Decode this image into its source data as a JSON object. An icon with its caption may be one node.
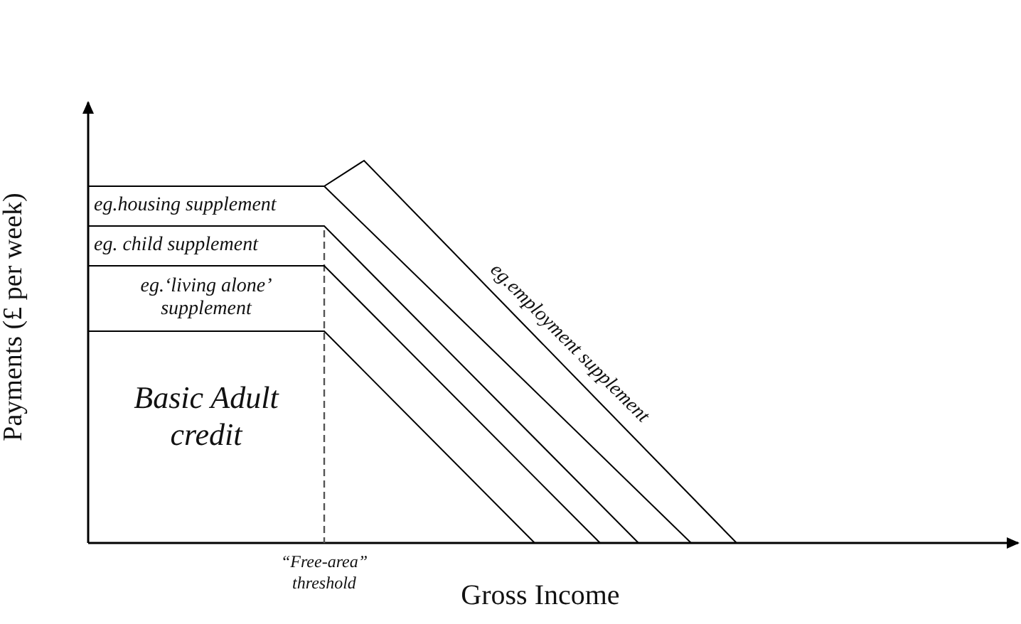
{
  "diagram": {
    "nodes": [
      {
        "text": [
          "Basic Adult credit"
        ]
      },
      {
        "text": [
          "eg.‘living alone’ supplement"
        ]
      },
      {
        "text": [
          "eg. child supplement"
        ]
      },
      {
        "text": [
          "eg.housing supplement"
        ]
      },
      {
        "text": [
          "eg.employment supplement"
        ]
      }
    ],
    "labels": [
      "Payments (£ per week)",
      "“Free-area” threshold",
      "Gross Income"
    ]
  }
}
